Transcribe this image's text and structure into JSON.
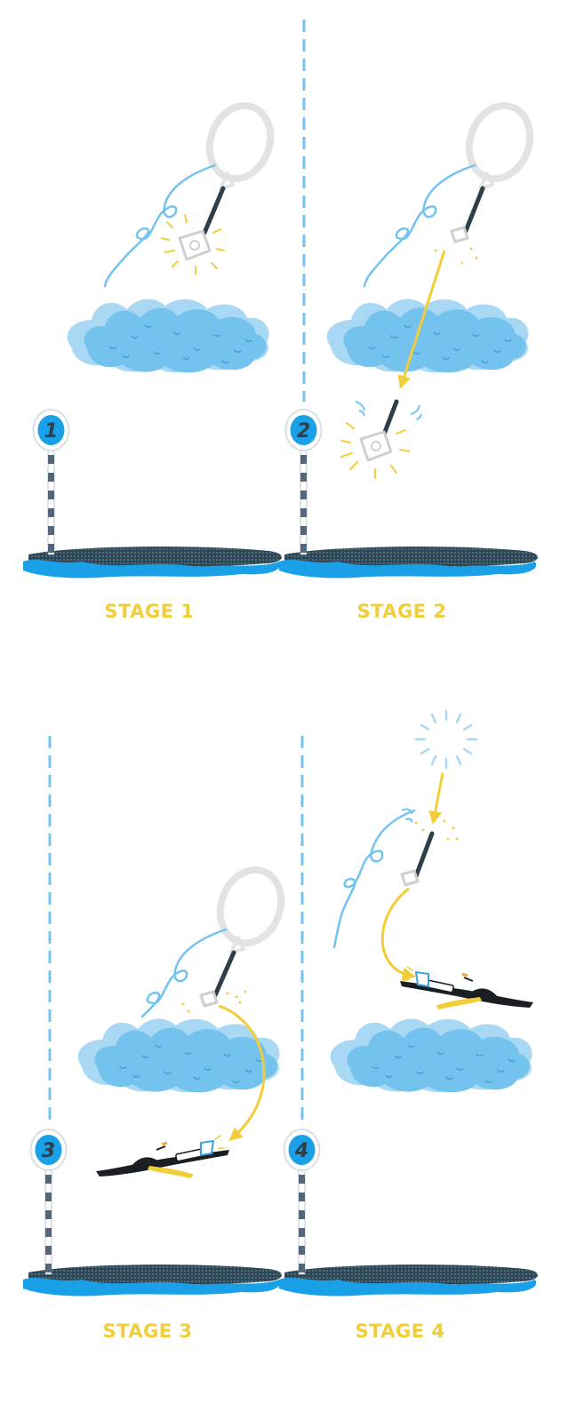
{
  "stages": [
    {
      "label": "STAGE 1",
      "number": "1"
    },
    {
      "label": "STAGE 2",
      "number": "2"
    },
    {
      "label": "STAGE 3",
      "number": "3"
    },
    {
      "label": "STAGE 4",
      "number": "4"
    }
  ],
  "colors": {
    "label": "#f2cd3a",
    "cloud": "#74c3ee",
    "cloud_shade": "#a8d8f3",
    "dash": "#74c3ee",
    "arrow": "#f2cd3a",
    "ground": "#2e4756",
    "water": "#1aa0e6",
    "pole_dark": "#54677a",
    "marker_fill": "#1aa0e6",
    "parachute": "#e3e3e3"
  },
  "icons": [
    "parachute-icon",
    "payload-icon",
    "cloud-icon",
    "marker-pole-icon",
    "glider-icon",
    "ground-icon",
    "starburst-icon"
  ]
}
